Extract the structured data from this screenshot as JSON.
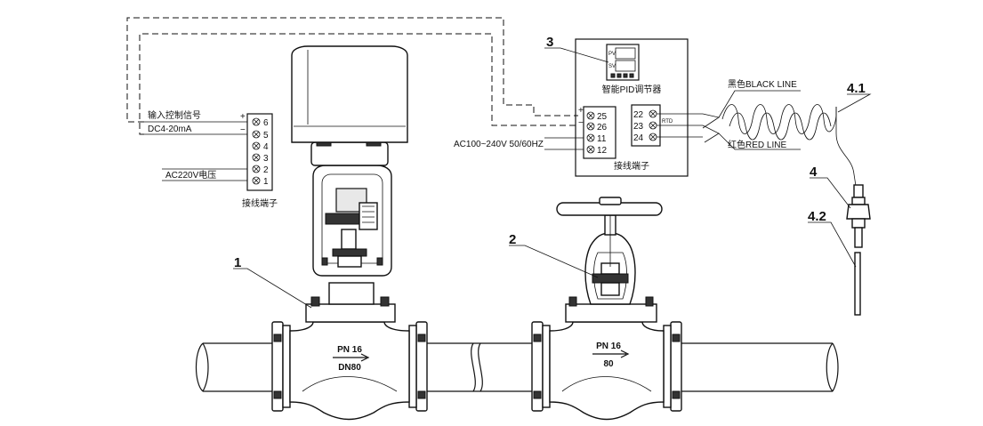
{
  "callouts": {
    "c1": "1",
    "c2": "2",
    "c3": "3",
    "c4": "4",
    "c4_1": "4.1",
    "c4_2": "4.2"
  },
  "actuator": {
    "input_signal_label": "输入控制信号",
    "input_signal_range": "DC4-20mA",
    "power_label": "AC220V电压",
    "terminal_block_title": "接线端子",
    "terminals": [
      "6",
      "5",
      "4",
      "3",
      "2",
      "1"
    ],
    "plus": "+",
    "minus": "−"
  },
  "controller": {
    "display_pv": "PV",
    "display_sv": "SV",
    "name": "智能PID调节器",
    "power_supply": "AC100~240V 50/60HZ",
    "terminal_block_title": "接线端子",
    "left_terminals": [
      "25",
      "26",
      "11",
      "12"
    ],
    "right_terminals": [
      "22",
      "23",
      "24"
    ],
    "rtd_label": "RTD",
    "plus": "+",
    "minus": "−"
  },
  "sensor": {
    "black_line": "黑色BLACK LINE",
    "red_line": "红色RED LINE"
  },
  "valve1": {
    "pressure": "PN 16",
    "size": "DN80"
  },
  "valve2": {
    "pressure": "PN 16",
    "size": "80"
  }
}
